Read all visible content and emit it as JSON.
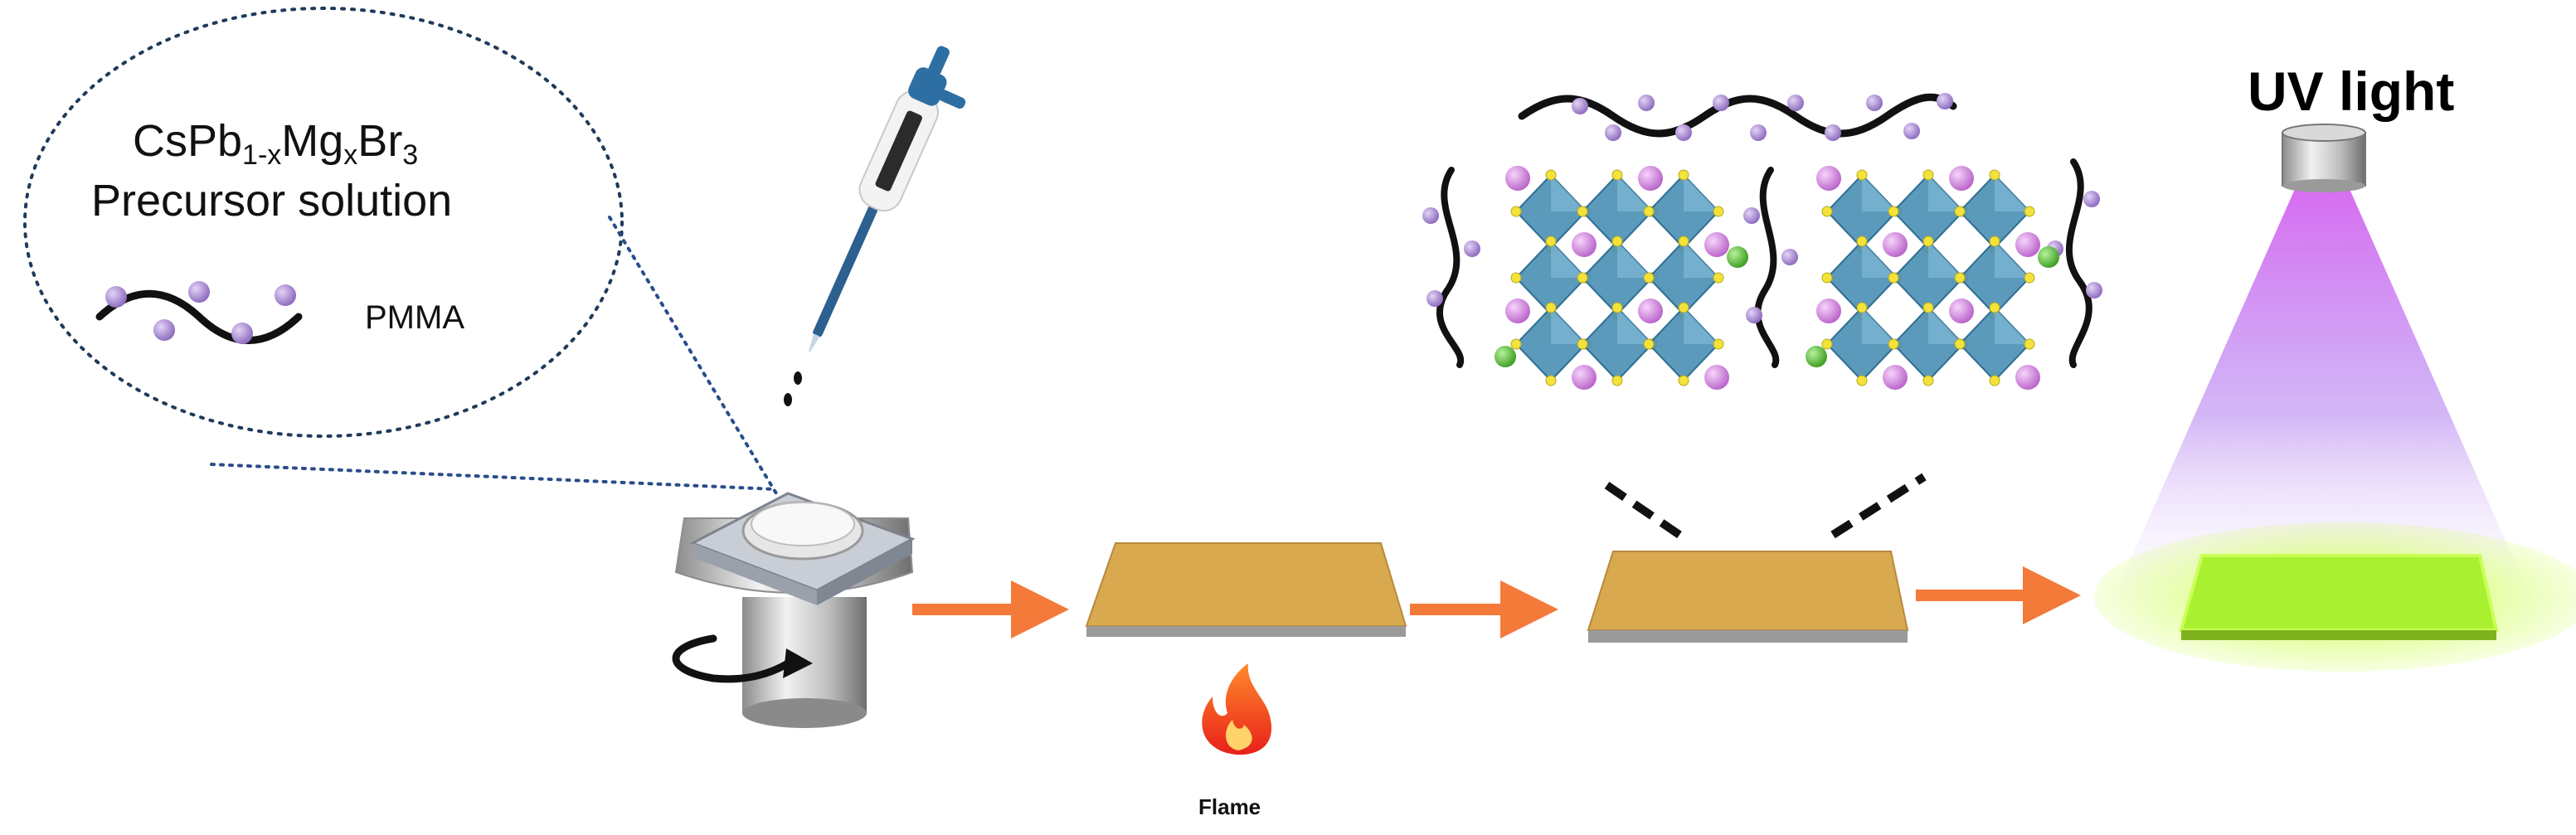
{
  "inset": {
    "formula": {
      "cs_pb": "CsPb",
      "pb_sub": "1-x",
      "mg": "Mg",
      "mg_sub": "x",
      "br": "Br",
      "br_sub": "3"
    },
    "precursor_text": "Precursor solution",
    "legend_pmma": "PMMA"
  },
  "flame_label": "Flame",
  "uv_label": "UV light",
  "colors": {
    "arrow": "#f47a3a",
    "substrate": "#d9a94f",
    "octahedra": "#4a8fb5",
    "cs_atom": "#c87fd3",
    "mg_atom": "#4cb82e",
    "halide": "#f2e23a",
    "pmma_bead": "#9b7bc6",
    "glow": "#9bf03a",
    "uv_beam": "#d75ff0"
  },
  "icons": [
    "pipette-icon",
    "spin-coater-icon",
    "rotation-arrow-icon",
    "flame-icon",
    "uv-lamp-icon"
  ]
}
